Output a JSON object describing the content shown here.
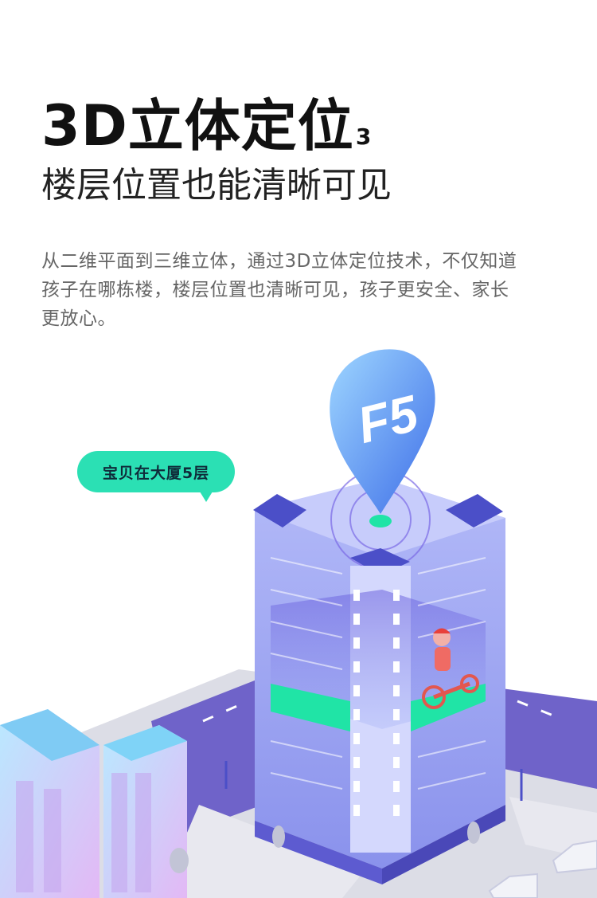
{
  "header": {
    "title": "3D立体定位",
    "title_sup": "3",
    "subtitle": "楼层位置也能清晰可见"
  },
  "description": "从二维平面到三维立体，通过3D立体定位技术，不仅知道孩子在哪栋楼，楼层位置也清晰可见，孩子更安全、家长更放心。",
  "illustration": {
    "bubble_label": "宝贝在大厦5层",
    "pin_label": "F5"
  },
  "colors": {
    "accent": "#2be0b4",
    "pin_blue": "#3e73ee",
    "building": "#8f99f2",
    "road": "#6f63c9",
    "highlight_floor": "#20e4a6"
  }
}
